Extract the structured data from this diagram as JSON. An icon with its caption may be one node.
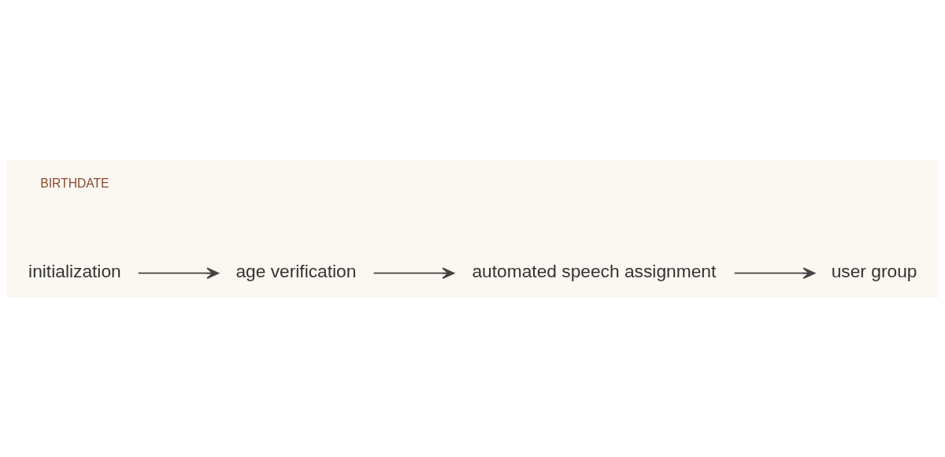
{
  "diagram": {
    "nodes": [
      {
        "text": [
          "initialization"
        ]
      },
      {
        "text": [
          "age verification"
        ]
      },
      {
        "text": [
          "automated speech assignment"
        ]
      },
      {
        "text": [
          "user group"
        ]
      }
    ],
    "edges": [
      {
        "from": 0,
        "to": 1,
        "arrow": "to"
      },
      {
        "from": 1,
        "to": 2,
        "arrow": "to"
      },
      {
        "from": 2,
        "to": 3,
        "arrow": "to"
      }
    ],
    "labels": [
      "BIRTHDATE"
    ]
  }
}
